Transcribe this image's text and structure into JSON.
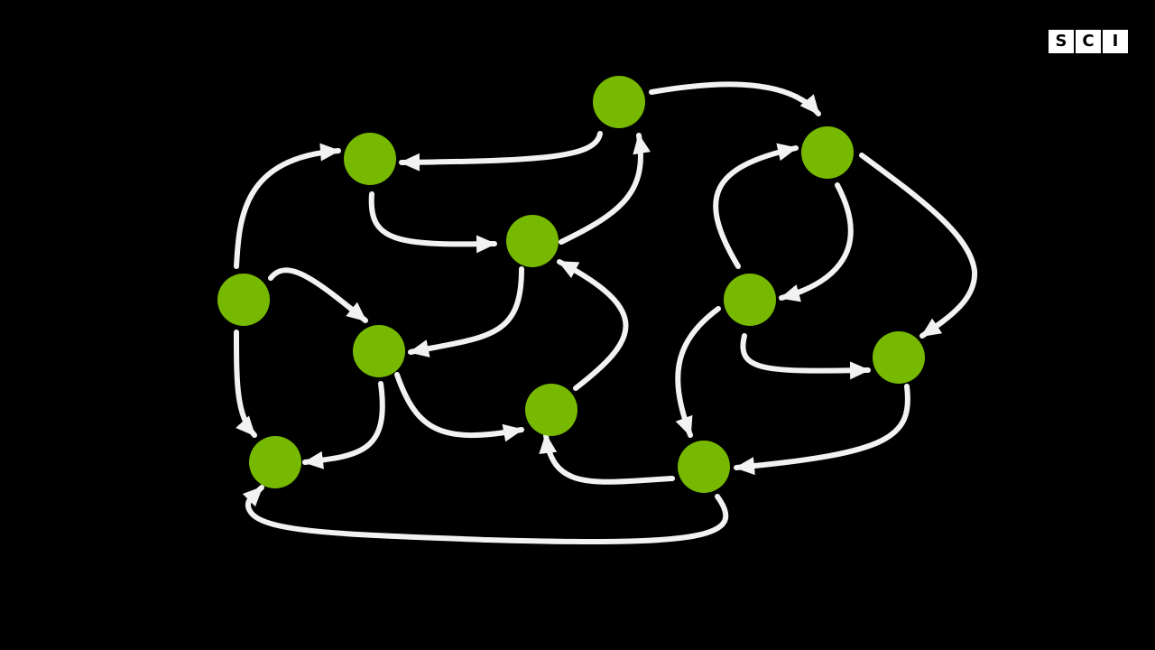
{
  "logo": {
    "letters": [
      "S",
      "C",
      "I"
    ]
  },
  "colors": {
    "background": "#000000",
    "node": "#76b900",
    "edge": "#f2f2f2"
  }
}
